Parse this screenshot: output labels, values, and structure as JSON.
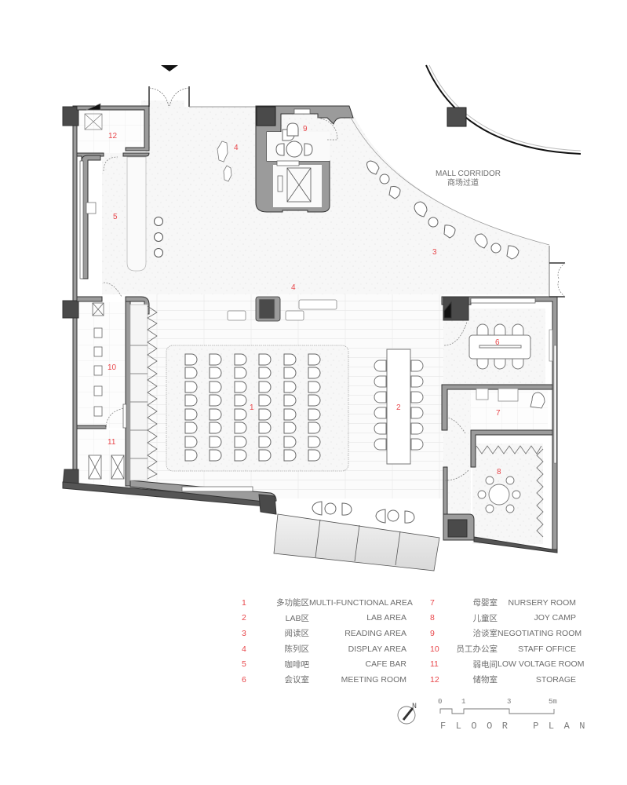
{
  "title": "FLOOR PLAN",
  "corridor": {
    "en": "MALL CORRIDOR",
    "zh": "商场过道"
  },
  "room_numbers": {
    "r1": "1",
    "r2": "2",
    "r3": "3",
    "r4a": "4",
    "r4b": "4",
    "r5": "5",
    "r6": "6",
    "r7": "7",
    "r8": "8",
    "r9": "9",
    "r10": "10",
    "r11": "11",
    "r12": "12"
  },
  "legend": {
    "left": [
      {
        "num": "1",
        "zh": "多功能区",
        "en": "MULTI-FUNCTIONAL AREA"
      },
      {
        "num": "2",
        "zh": "LAB区",
        "en": "LAB AREA"
      },
      {
        "num": "3",
        "zh": "阅读区",
        "en": "READING AREA"
      },
      {
        "num": "4",
        "zh": "陈列区",
        "en": "DISPLAY AREA"
      },
      {
        "num": "5",
        "zh": "咖啡吧",
        "en": "CAFE BAR"
      },
      {
        "num": "6",
        "zh": "会议室",
        "en": "MEETING ROOM"
      }
    ],
    "right": [
      {
        "num": "7",
        "zh": "母婴室",
        "en": "NURSERY ROOM"
      },
      {
        "num": "8",
        "zh": "儿童区",
        "en": "JOY CAMP"
      },
      {
        "num": "9",
        "zh": "洽谈室",
        "en": "NEGOTIATING ROOM"
      },
      {
        "num": "10",
        "zh": "员工办公室",
        "en": "STAFF OFFICE"
      },
      {
        "num": "11",
        "zh": "弱电间",
        "en": "LOW VOLTAGE ROOM"
      },
      {
        "num": "12",
        "zh": "储物室",
        "en": "STORAGE"
      }
    ]
  },
  "scale": {
    "ticks": [
      "0",
      "1",
      "3",
      "5m"
    ]
  },
  "north": "N",
  "colors": {
    "label": "#e8474b",
    "wall": "#9a9a9a",
    "column": "#4a4a4a",
    "text": "#6d6d6d"
  }
}
